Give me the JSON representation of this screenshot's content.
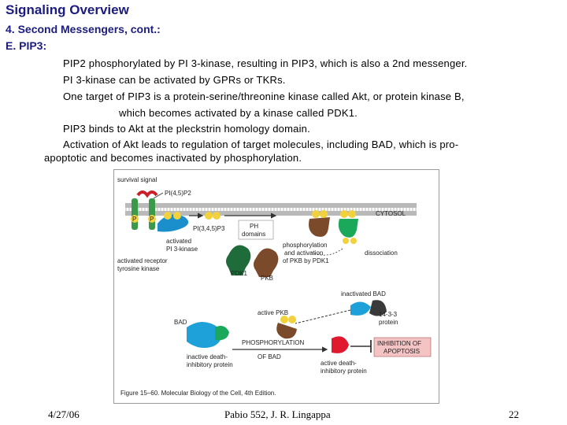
{
  "slide": {
    "title": "Signaling Overview",
    "subtitle1": "4.  Second Messengers, cont.:",
    "subtitle2": "E.  PIP3:",
    "bullets": [
      "PIP2 phosphorylated by PI 3-kinase, resulting in PIP3, which is also a 2nd messenger.",
      "PI 3-kinase can be activated by GPRs or TKRs.",
      "One target of PIP3 is a protein-serine/threonine kinase called Akt, or protein kinase B,",
      "which becomes activated by a kinase called PDK1.",
      "PIP3 binds to Akt at the pleckstrin homology domain.",
      "Activation of Akt leads to regulation of target molecules, including BAD, which is pro-",
      "apoptotic and becomes inactivated by phosphorylation."
    ]
  },
  "figure": {
    "labels": {
      "survival_signal": "survival signal",
      "pip2": "PI(4,5)P2",
      "pip3": "PI(3,4,5)P3",
      "cytosol": "CYTOSOL",
      "ph_domains_1": "PH",
      "ph_domains_2": "domains",
      "activated_pi3k_1": "activated",
      "activated_pi3k_2": "PI 3-kinase",
      "activated_receptor_1": "activated receptor",
      "activated_receptor_2": "tyrosine kinase",
      "phospho_1": "phosphorylation",
      "phospho_2": "and activation",
      "phospho_3": "of PKB by PDK1",
      "dissociation": "dissociation",
      "pdk1": "PDK1",
      "pkb": "PKB",
      "inactivated_bad": "inactivated BAD",
      "protein_1433_1": "14-3-3",
      "protein_1433_2": "protein",
      "active_pkb": "active PKB",
      "bad": "BAD",
      "phosphorylation_bad_1": "PHOSPHORYLATION",
      "phosphorylation_bad_2": "OF BAD",
      "inactive_death_1": "inactive death-",
      "inactive_death_2": "inhibitory protein",
      "active_death_1": "active death-",
      "active_death_2": "inhibitory protein",
      "inhibition_1": "INHIBITION OF",
      "inhibition_2": "APOPTOSIS",
      "caption": "Figure 15–60. Molecular Biology of the Cell, 4th Edition.",
      "p": "P"
    },
    "colors": {
      "membrane": "#a8a8a8",
      "pkb_brown": "#7a4a2a",
      "pdk1_green": "#1f6b3a",
      "green_active": "#1aa85a",
      "bad_blue": "#1ea0d8",
      "death_red": "#e0192e",
      "phosphate_yellow": "#f2d23c",
      "inhibition_box": "#f4c4c4"
    }
  },
  "footer": {
    "date": "4/27/06",
    "course": "Pabio 552,  J. R. Lingappa",
    "page": "22"
  }
}
